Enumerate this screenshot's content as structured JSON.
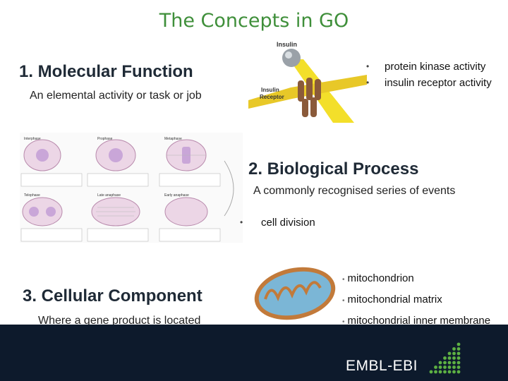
{
  "title": "The Concepts in GO",
  "molecular_function": {
    "heading": "1. Molecular Function",
    "description": "An elemental activity or task or job",
    "examples": [
      "protein kinase activity",
      "insulin receptor activity"
    ],
    "image_labels": {
      "top": "Insulin",
      "left_1": "Insulin",
      "left_2": "Receptor"
    }
  },
  "biological_process": {
    "heading": "2. Biological Process",
    "description": "A commonly recognised series of events",
    "examples": [
      "cell division"
    ],
    "image_labels": [
      "Interphase",
      "Prophase",
      "Metaphase",
      "Telophase",
      "Late anaphase",
      "Early anaphase"
    ]
  },
  "cellular_component": {
    "heading": "3. Cellular Component",
    "description": "Where a gene product is located",
    "examples": [
      "mitochondrion",
      "mitochondrial matrix",
      "mitochondrial inner membrane"
    ]
  },
  "footer": {
    "logo_text": "EMBL-EBI"
  },
  "colors": {
    "title": "#3f8f3a",
    "heading": "#1f2a36",
    "footer_bg": "#0d1a2c",
    "logo_green": "#5db043"
  }
}
